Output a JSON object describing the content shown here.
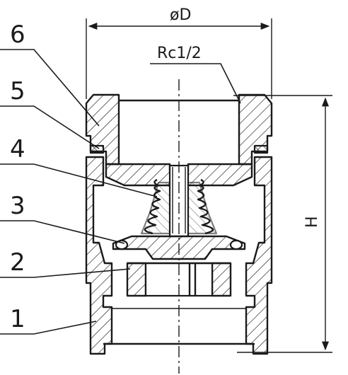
{
  "diagram": {
    "part_labels": [
      "6",
      "5",
      "4",
      "3",
      "2",
      "1"
    ],
    "dimensions": {
      "diameter_label": "øD",
      "thread_label": "Rc1/2",
      "height_label": "H"
    },
    "colors": {
      "line": "#1a1a1a",
      "background": "#ffffff"
    }
  }
}
